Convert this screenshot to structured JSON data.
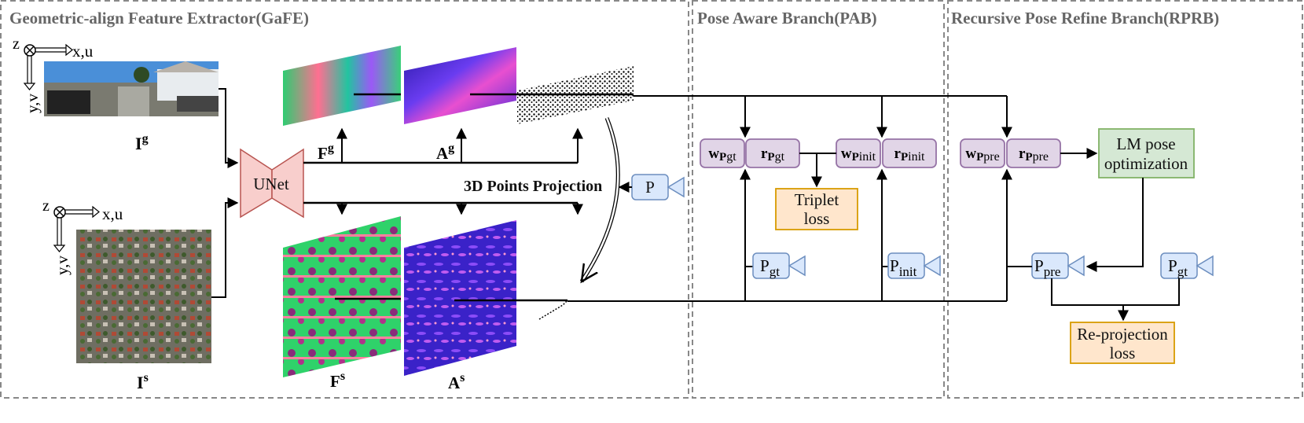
{
  "panels": {
    "gafe": "Geometric-align Feature Extractor(GaFE)",
    "pab": "Pose Aware Branch(PAB)",
    "rprb": "Recursive Pose Refine Branch(RPRB)"
  },
  "axes": {
    "z": "z",
    "xu": "x,u",
    "yv": "y,v"
  },
  "images": {
    "ground": {
      "base": "I",
      "sup": "g"
    },
    "sat": {
      "base": "I",
      "sup": "s"
    }
  },
  "unet": "UNet",
  "features": {
    "fg": {
      "base": "F",
      "sup": "g"
    },
    "ag": {
      "base": "A",
      "sup": "g"
    },
    "fs": {
      "base": "F",
      "sup": "s"
    },
    "as": {
      "base": "A",
      "sup": "s"
    }
  },
  "projection": "3D Points Projection",
  "cameras": {
    "p": "P",
    "pgt_pab": {
      "base": "P",
      "sub": "gt"
    },
    "pinit": {
      "base": "P",
      "sub": "init"
    },
    "ppre": {
      "base": "P",
      "sub": "pre"
    },
    "pgt_rprb": {
      "base": "P",
      "sub": "gt"
    }
  },
  "pose_nodes": {
    "wpgt": {
      "pre": "w",
      "mid": "P",
      "sub": "gt"
    },
    "rpgt": {
      "pre": "r",
      "mid": "P",
      "sub": "gt"
    },
    "wpinit": {
      "pre": "w",
      "mid": "P",
      "sub": "init"
    },
    "rpinit": {
      "pre": "r",
      "mid": "P",
      "sub": "init"
    },
    "wppre": {
      "pre": "w",
      "mid": "P",
      "sub": "pre"
    },
    "rppre": {
      "pre": "r",
      "mid": "P",
      "sub": "pre"
    }
  },
  "losses": {
    "triplet_1": "Triplet",
    "triplet_2": "loss",
    "reproj_1": "Re-projection",
    "reproj_2": "loss"
  },
  "lm": {
    "line1": "LM pose",
    "line2": "optimization"
  },
  "colors": {
    "unet_fill": "#f8cecc",
    "unet_stroke": "#b85450",
    "camera_fill": "#dae8fc",
    "camera_stroke": "#6c8ebf",
    "pose_fill": "#e1d5e7",
    "pose_stroke": "#9673a6",
    "loss_fill": "#ffe6cc",
    "loss_stroke": "#d79b00",
    "lm_fill": "#d5e8d4",
    "lm_stroke": "#82b366"
  }
}
